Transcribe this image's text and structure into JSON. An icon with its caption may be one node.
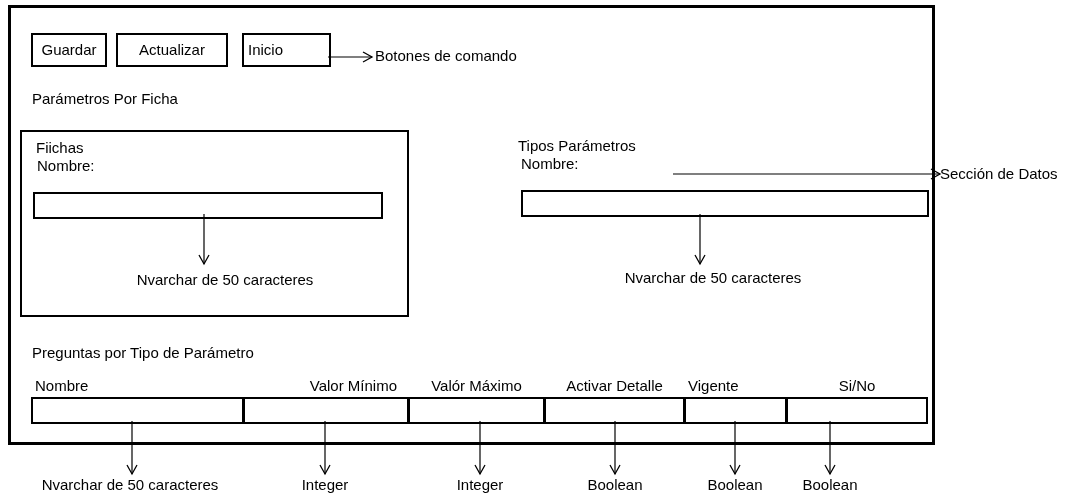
{
  "diagram": {
    "nodes": [
      {
        "text": [],
        "shape": "box"
      },
      {
        "text": [
          "Guardar"
        ],
        "in": 0
      },
      {
        "text": [
          "Actualizar"
        ],
        "in": 0
      },
      {
        "text": [
          "Inicio"
        ],
        "in": 0
      },
      {
        "text": [
          "Botones de comando"
        ],
        "in": 0
      },
      {
        "text": [
          "Fiichas"
        ],
        "in": 0
      },
      {
        "text": [
          "Nombre:"
        ],
        "in": 5
      },
      {
        "text": [
          "Nvarchar de 50 caracteres"
        ],
        "in": 5
      },
      {
        "text": [
          "Sección de Datos"
        ]
      },
      {
        "text": [
          "Nombre:"
        ],
        "in": 0
      },
      {
        "text": [
          "Nvarchar de 50 caracteres"
        ],
        "in": 0
      },
      {
        "text": [
          "Nombre"
        ],
        "in": 0
      },
      {
        "text": [
          "Valor Mínimo"
        ],
        "in": 0
      },
      {
        "text": [
          "Valór Máximo"
        ],
        "in": 0
      },
      {
        "text": [
          "Activar Detalle"
        ],
        "in": 0
      },
      {
        "text": [
          "Vigente"
        ],
        "in": 0
      },
      {
        "text": [
          "Si/No"
        ],
        "in": 0
      },
      {
        "text": [
          "Nvarchar de 50 caracteres"
        ]
      },
      {
        "text": [
          "Integer"
        ]
      },
      {
        "text": [
          "Integer"
        ]
      },
      {
        "text": [
          "Boolean"
        ]
      },
      {
        "text": [
          "Boolean"
        ]
      },
      {
        "text": [
          "Boolean"
        ]
      }
    ],
    "edges": [
      {
        "from": 3,
        "to": 4,
        "arrow": "to"
      },
      {
        "from": null,
        "to": 8,
        "arrow": "to"
      },
      {
        "from": 6,
        "to": 7,
        "arrow": "to"
      },
      {
        "from": 9,
        "to": 10,
        "arrow": "to"
      },
      {
        "from": 11,
        "to": 17,
        "arrow": "to"
      },
      {
        "from": 12,
        "to": 18,
        "arrow": "to"
      },
      {
        "from": 13,
        "to": 19,
        "arrow": "to"
      },
      {
        "from": 14,
        "to": 20,
        "arrow": "to"
      },
      {
        "from": 15,
        "to": 21,
        "arrow": "to"
      },
      {
        "from": 16,
        "to": 22,
        "arrow": "to"
      }
    ],
    "labels": [
      "Parámetros Por Ficha",
      "Tipos Parámetros",
      "Preguntas por Tipo de Parámetro"
    ]
  }
}
